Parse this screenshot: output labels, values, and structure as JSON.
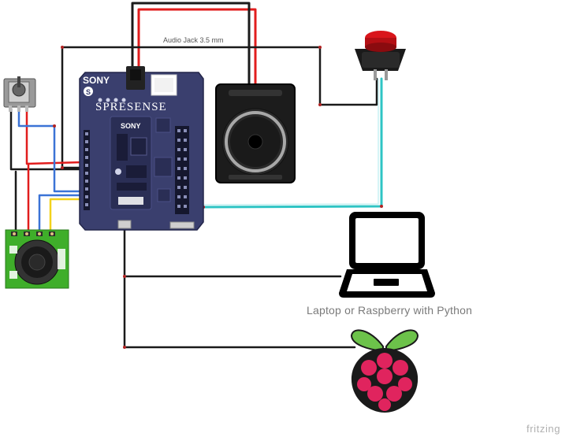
{
  "labels": {
    "audio_jack": "Audio Jack 3.5 mm",
    "computer": "Laptop or Raspberry with Python",
    "watermark": "fritzing"
  },
  "board": {
    "brand": "SONY",
    "name": "SPRESENSE",
    "sub_brand": "SONY"
  },
  "colors": {
    "board": "#3a3f6e",
    "board_dark": "#2a2e55",
    "wire_black": "#1a1a1a",
    "wire_red": "#e11d1d",
    "wire_blue": "#3b73d6",
    "wire_yellow": "#f2d21b",
    "wire_cyan": "#2ec4c4",
    "button_red": "#d9151b",
    "sensor_green": "#3fae2a",
    "raspberry_pink": "#e0245e",
    "leaf_green": "#6cc24a"
  },
  "icons": {
    "potentiometer": "potentiometer-icon",
    "speaker": "speaker-icon",
    "push_button": "push-button-icon",
    "ultrasonic_sensor": "ultrasonic-sensor-icon",
    "laptop": "laptop-icon",
    "raspberry_pi": "raspberry-pi-logo-icon"
  }
}
